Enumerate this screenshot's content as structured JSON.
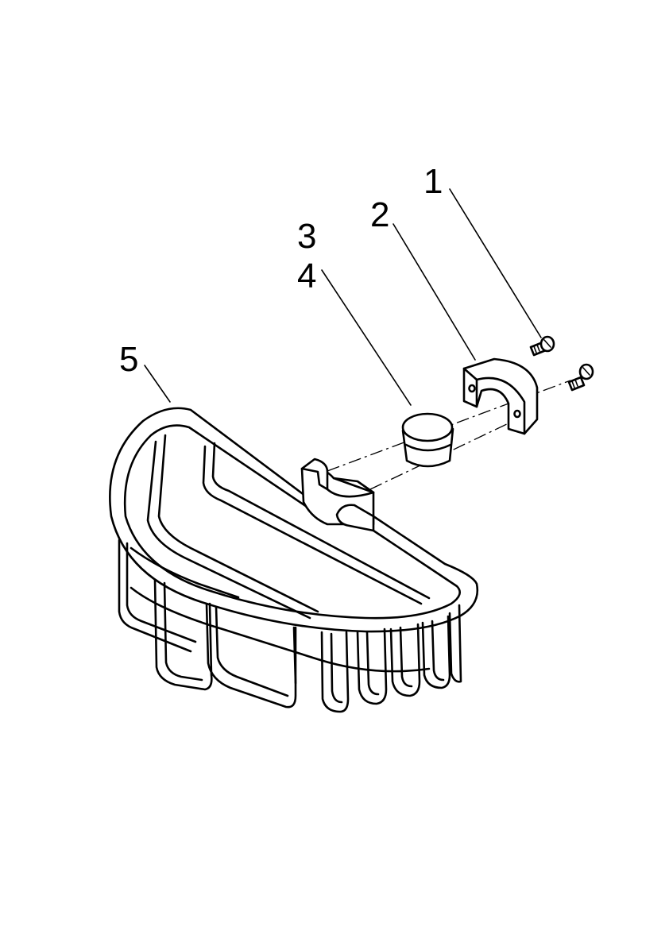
{
  "diagram": {
    "callouts": [
      {
        "id": "1",
        "text": "1"
      },
      {
        "id": "2",
        "text": "2"
      },
      {
        "id": "3",
        "text": "3"
      },
      {
        "id": "4",
        "text": "4"
      },
      {
        "id": "5",
        "text": "5"
      }
    ],
    "line_color": "#000000",
    "background": "#ffffff"
  }
}
